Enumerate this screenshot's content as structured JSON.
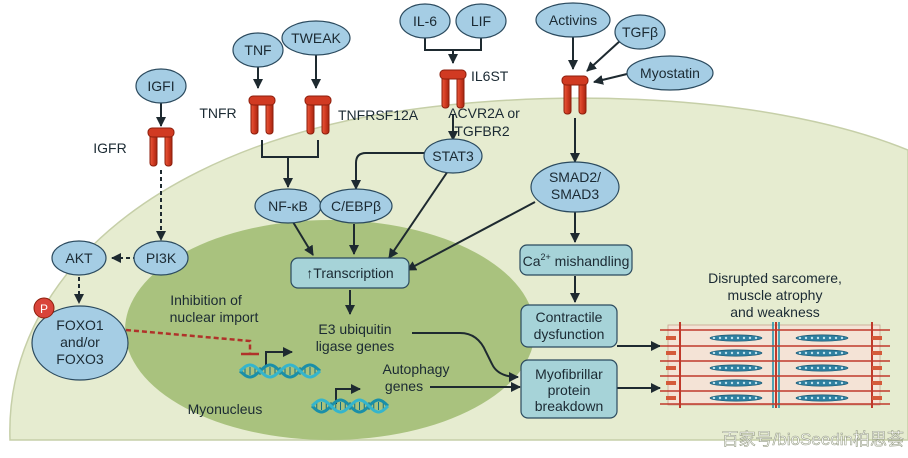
{
  "colors": {
    "cell_fill": "#e6ecd0",
    "nucleus_fill": "#a9c27e",
    "node_fill": "#a5cde4",
    "box_fill": "#a6d3d8",
    "node_stroke": "#2b4a5e",
    "receptor_red": "#d13a22",
    "receptor_dark": "#8c1e0c",
    "inhibition_red": "#b0322a",
    "dna_teal": "#1a8fa8",
    "watermark": "#ffffff"
  },
  "ligands": {
    "igfi": "IGFI",
    "tnf": "TNF",
    "tweak": "TWEAK",
    "il6": "IL-6",
    "lif": "LIF",
    "activins": "Activins",
    "tgfb": "TGFβ",
    "myostatin": "Myostatin"
  },
  "receptors": {
    "igfr": "IGFR",
    "tnfr": "TNFR",
    "tnfrsf12a": "TNFRSF12A",
    "il6st": "IL6ST",
    "acvr2a_line1": "ACVR2A or",
    "acvr2a_line2": "TGFBR2"
  },
  "nodes": {
    "akt": "AKT",
    "pi3k": "PI3K",
    "phospho": "P",
    "foxo_line1": "FOXO1",
    "foxo_line2": "and/or",
    "foxo_line3": "FOXO3",
    "nfkb": "NF-κB",
    "cebpb": "C/EBPβ",
    "stat3": "STAT3",
    "smad_line1": "SMAD2/",
    "smad_line2": "SMAD3"
  },
  "boxes": {
    "transcription": "Transcription",
    "ca_prefix": "Ca",
    "ca_sup": "2+",
    "ca_suffix": " mishandling",
    "contractile_line1": "Contractile",
    "contractile_line2": "dysfunction",
    "myofibrillar_line1": "Myofibrillar",
    "myofibrillar_line2": "protein",
    "myofibrillar_line3": "breakdown"
  },
  "labels": {
    "inhibition_line1": "Inhibition of",
    "inhibition_line2": "nuclear import",
    "e3_line1": "E3 ubiquitin",
    "e3_line2": "ligase genes",
    "autophagy_line1": "Autophagy",
    "autophagy_line2": "genes",
    "myonucleus": "Myonucleus",
    "sarcomere_line1": "Disrupted sarcomere,",
    "sarcomere_line2": "muscle atrophy",
    "sarcomere_line3": "and weakness"
  },
  "watermark": "百家号/bioSeedin柏思荟"
}
